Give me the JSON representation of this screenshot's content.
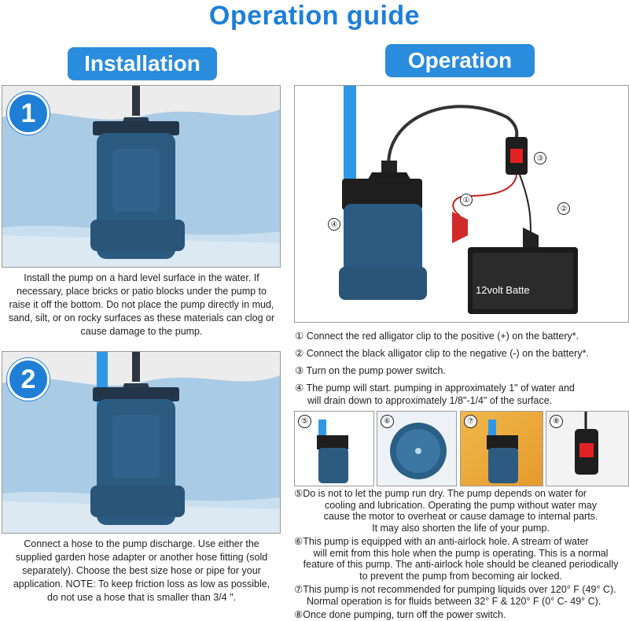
{
  "title": "Operation guide",
  "installation": {
    "banner": "Installation",
    "step1": {
      "number": "1",
      "caption": "Install the pump on a hard level surface in the water. If necessary, place bricks or patio blocks under the pump to raise it off the bottom. Do not place the pump directly in mud, sand,  silt, or on rocky surfaces as these materials can clog or cause damage to the pump."
    },
    "step2": {
      "number": "2",
      "caption": "Connect a hose to the pump discharge. Use either the supplied garden hose adapter or another hose fitting (sold separately). Choose the best size hose or pipe for your application. NOTE: To keep friction loss as low as possible, do not use a hose that is smaller than 3/4 \"."
    }
  },
  "operation": {
    "banner": "Operation",
    "diagram": {
      "battery_label": "12volt Batte",
      "labels": [
        "①",
        "②",
        "③",
        "④"
      ]
    },
    "steps": [
      {
        "num": "①",
        "text": "Connect the red alligator clip to the positive (+) on the battery*."
      },
      {
        "num": "②",
        "text": "Connect the black alligator clip to the negative (-) on the battery*."
      },
      {
        "num": "③",
        "text": "Turn on the pump power switch."
      },
      {
        "num": "④",
        "text": "The pump will start. pumping in approximately 1\" of water and",
        "text2": "will drain down to approximately 1/8\"-1/4\" of the surface."
      }
    ],
    "thumbs": [
      "⑤",
      "⑥",
      "⑦",
      "⑧"
    ],
    "notes": [
      {
        "num": "⑤",
        "lines": [
          "Do is not to let the pump run dry. The pump depends on water for",
          "cooling and lubrication. Operating the pump without water may",
          "cause the motor to overheat or cause damage to internal parts.",
          "It may also shorten the life of your pump."
        ]
      },
      {
        "num": "⑥",
        "lines": [
          "This pump is equipped with an anti-airlock hole. A stream of water",
          "will emit from this hole when the pump is operating. This is a normal",
          "feature of this pump. The anti-airlock hole should be cleaned periodically",
          "to prevent the pump from becoming air locked."
        ]
      },
      {
        "num": "⑦",
        "lines": [
          "This pump is not recommended for pumping liquids over 120° F (49° C).",
          "Normal operation is for fluids between 32° F & 120° F (0° C- 49° C)."
        ]
      },
      {
        "num": "⑧",
        "lines": [
          "Once done pumping, turn off the power switch."
        ]
      }
    ]
  },
  "colors": {
    "accent": "#1e7fd8",
    "banner": "#2a8cdc",
    "water": "#a9cbe6",
    "pump": "#2c5b82"
  }
}
